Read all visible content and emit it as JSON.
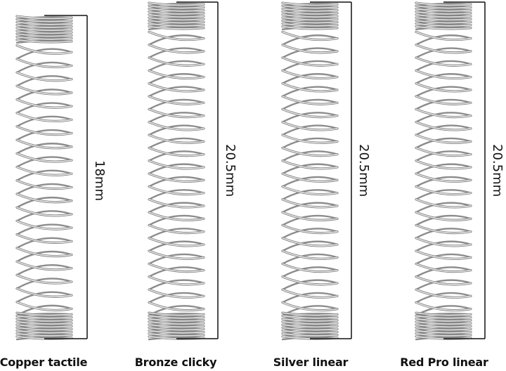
{
  "springs": [
    {
      "name": "Copper tactile",
      "length_label": "18mm",
      "length_mm": 18,
      "dense_top_coils": 9,
      "open_coils": 20,
      "dense_bottom_coils": 9
    },
    {
      "name": "Bronze clicky",
      "length_label": "20.5mm",
      "length_mm": 20.5,
      "dense_top_coils": 9,
      "open_coils": 22,
      "dense_bottom_coils": 9
    },
    {
      "name": "Silver linear",
      "length_label": "20.5mm",
      "length_mm": 20.5,
      "dense_top_coils": 9,
      "open_coils": 22,
      "dense_bottom_coils": 9
    },
    {
      "name": "Red Pro linear",
      "length_label": "20.5mm",
      "length_mm": 20.5,
      "dense_top_coils": 9,
      "open_coils": 22,
      "dense_bottom_coils": 9
    }
  ],
  "colors": {
    "wire_dark": "#8c8c8c",
    "wire_light": "#e4e4e4",
    "dimension_line": "#111111",
    "caption_text": "#111111",
    "background": "#ffffff"
  }
}
